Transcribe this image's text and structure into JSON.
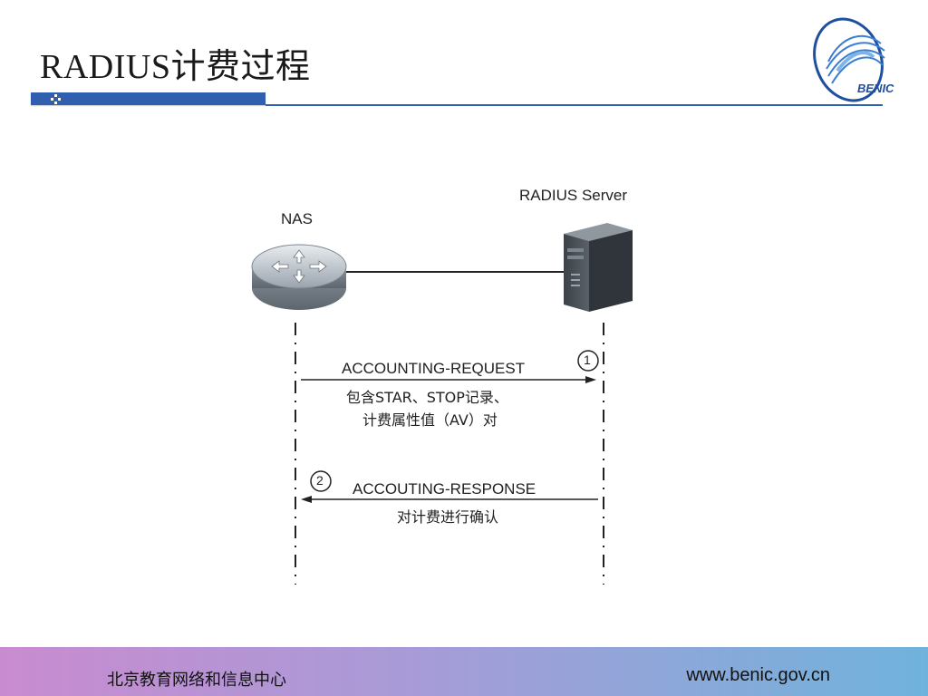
{
  "slide": {
    "title": "RADIUS计费过程"
  },
  "logo": {
    "text": "BENIC"
  },
  "diagram": {
    "nas_label": "NAS",
    "server_label": "RADIUS Server",
    "step1": {
      "number": "1",
      "title": "ACCOUNTING-REQUEST",
      "line1": "包含STAR、STOP记录、",
      "line2": "计费属性值（AV）对"
    },
    "step2": {
      "number": "2",
      "title": "ACCOUTING-RESPONSE",
      "line1": "对计费进行确认"
    }
  },
  "footer": {
    "org": "北京教育网络和信息中心",
    "url": "www.benic.gov.cn"
  },
  "colors": {
    "title_bar": "#2f5fae",
    "logo_blue": "#1f4fa0"
  }
}
